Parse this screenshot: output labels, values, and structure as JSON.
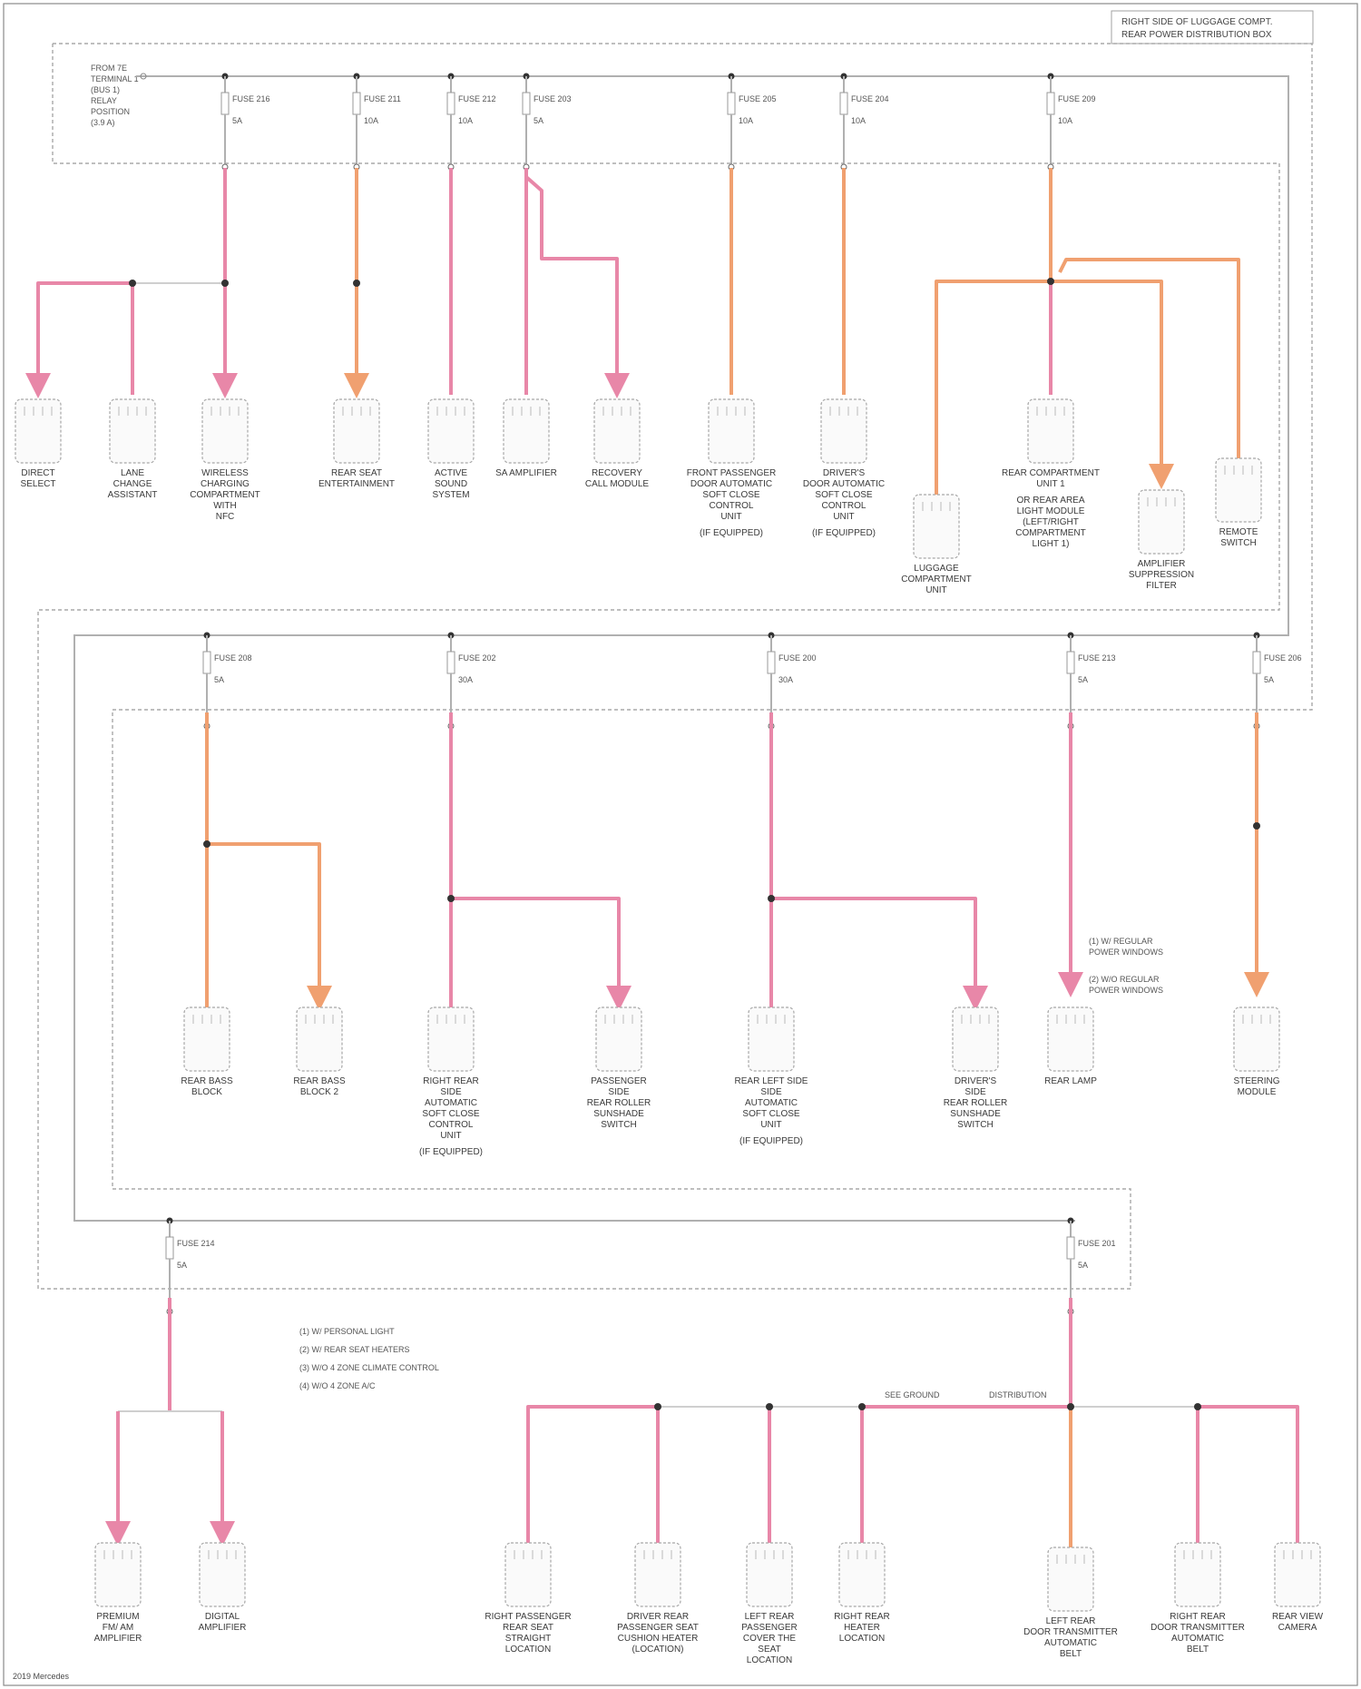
{
  "header": {
    "line1": "RIGHT SIDE OF LUGGAGE COMPT.",
    "line2": "REAR POWER DISTRIBUTION BOX"
  },
  "source_label": [
    "FROM 7E",
    "TERMINAL 1",
    "(BUS 1)",
    "RELAY",
    "POSITION",
    "(3.9 A)"
  ],
  "footnotes": [
    "(1) W/ PERSONAL LIGHT",
    "(2) W/ REAR SEAT HEATERS",
    "(3) W/O 4 ZONE CLIMATE CONTROL",
    "(4) W/O 4 ZONE A/C"
  ],
  "watermark": "2019 Mercedes",
  "colors": {
    "wire_pink": "#e887a8",
    "wire_orange": "#f0a070",
    "line_gray": "#b0b0b0",
    "dash_gray": "#a8a8a8"
  },
  "row1": {
    "fuses": [
      {
        "fuse": "FUSE 216",
        "amp": "5A"
      },
      {
        "fuse": "FUSE 211",
        "amp": "10A"
      },
      {
        "fuse": "FUSE 212",
        "amp": "10A"
      },
      {
        "fuse": "FUSE 203",
        "amp": "5A"
      },
      {
        "fuse": "FUSE 205",
        "amp": "10A"
      },
      {
        "fuse": "FUSE 204",
        "amp": "10A"
      },
      {
        "fuse": "FUSE 209",
        "amp": "10A"
      }
    ],
    "components": [
      {
        "name": [
          "DIRECT",
          "SELECT"
        ]
      },
      {
        "name": [
          "LANE",
          "CHANGE",
          "ASSISTANT"
        ]
      },
      {
        "name": [
          "WIRELESS",
          "CHARGING",
          "COMPARTMENT",
          "WITH",
          "NFC"
        ]
      },
      {
        "name": [
          "REAR SEAT",
          "ENTERTAINMENT"
        ]
      },
      {
        "name": [
          "ACTIVE",
          "SOUND",
          "SYSTEM"
        ]
      },
      {
        "name": [
          "SA AMPLIFIER"
        ]
      },
      {
        "name": [
          "RECOVERY",
          "CALL MODULE"
        ]
      },
      {
        "name": [
          "FRONT PASSENGER",
          "DOOR AUTOMATIC",
          "SOFT CLOSE",
          "CONTROL",
          "UNIT"
        ],
        "note": "(IF EQUIPPED)"
      },
      {
        "name": [
          "DRIVER'S",
          "DOOR AUTOMATIC",
          "SOFT CLOSE",
          "CONTROL",
          "UNIT"
        ],
        "note": "(IF EQUIPPED)"
      },
      {
        "name": [
          "LUGGAGE",
          "COMPARTMENT",
          "UNIT"
        ]
      },
      {
        "name": [
          "REAR COMPARTMENT",
          "UNIT 1"
        ],
        "note": [
          "OR REAR AREA",
          "LIGHT MODULE",
          "(LEFT/RIGHT",
          "COMPARTMENT",
          "LIGHT 1)"
        ]
      },
      {
        "name": [
          "AMPLIFIER",
          "SUPPRESSION",
          "FILTER"
        ]
      },
      {
        "name": [
          "REMOTE",
          "SWITCH"
        ]
      }
    ]
  },
  "row2": {
    "fuses": [
      {
        "fuse": "FUSE 208",
        "amp": "5A"
      },
      {
        "fuse": "FUSE 202",
        "amp": "30A"
      },
      {
        "fuse": "FUSE 200",
        "amp": "30A"
      },
      {
        "fuse": "FUSE 213",
        "amp": "5A"
      },
      {
        "fuse": "FUSE 206",
        "amp": "5A"
      }
    ],
    "components": [
      {
        "name": [
          "REAR BASS",
          "BLOCK"
        ]
      },
      {
        "name": [
          "REAR BASS",
          "BLOCK 2"
        ]
      },
      {
        "name": [
          "RIGHT REAR",
          "SIDE",
          "AUTOMATIC",
          "SOFT CLOSE",
          "CONTROL",
          "UNIT"
        ],
        "note": "(IF EQUIPPED)"
      },
      {
        "name": [
          "PASSENGER",
          "SIDE",
          "REAR ROLLER",
          "SUNSHADE",
          "SWITCH"
        ]
      },
      {
        "name": [
          "REAR LEFT SIDE",
          "SIDE",
          "AUTOMATIC",
          "SOFT CLOSE",
          "UNIT"
        ],
        "note": "(IF EQUIPPED)"
      },
      {
        "name": [
          "DRIVER'S",
          "SIDE",
          "REAR ROLLER",
          "SUNSHADE",
          "SWITCH"
        ]
      },
      {
        "name": [
          "REAR LAMP"
        ]
      },
      {
        "name": [
          "STEERING",
          "MODULE"
        ]
      }
    ],
    "branch_notes": [
      "(1) W/ REGULAR",
      "POWER WINDOWS",
      "(2) W/O REGULAR",
      "POWER WINDOWS"
    ]
  },
  "row3": {
    "fuses": [
      {
        "fuse": "FUSE 214",
        "amp": "5A"
      },
      {
        "fuse": "FUSE 201",
        "amp": "5A"
      }
    ],
    "splice_label": [
      "SEE GROUND",
      "DISTRIBUTION"
    ],
    "components": [
      {
        "name": [
          "PREMIUM",
          "FM/ AM",
          "AMPLIFIER"
        ]
      },
      {
        "name": [
          "DIGITAL",
          "AMPLIFIER"
        ]
      },
      {
        "name": [
          "RIGHT PASSENGER",
          "REAR SEAT",
          "STRAIGHT",
          "LOCATION"
        ]
      },
      {
        "name": [
          "DRIVER REAR",
          "PASSENGER SEAT",
          "CUSHION HEATER",
          "(LOCATION)"
        ]
      },
      {
        "name": [
          "LEFT REAR",
          "PASSENGER",
          "COVER THE",
          "SEAT",
          "LOCATION"
        ]
      },
      {
        "name": [
          "RIGHT REAR",
          "HEATER",
          "LOCATION"
        ]
      },
      {
        "name": [
          "LEFT REAR",
          "DOOR TRANSMITTER",
          "AUTOMATIC",
          "BELT"
        ]
      },
      {
        "name": [
          "RIGHT REAR",
          "DOOR TRANSMITTER",
          "AUTOMATIC",
          "BELT"
        ]
      },
      {
        "name": [
          "REAR VIEW",
          "CAMERA"
        ]
      }
    ]
  }
}
